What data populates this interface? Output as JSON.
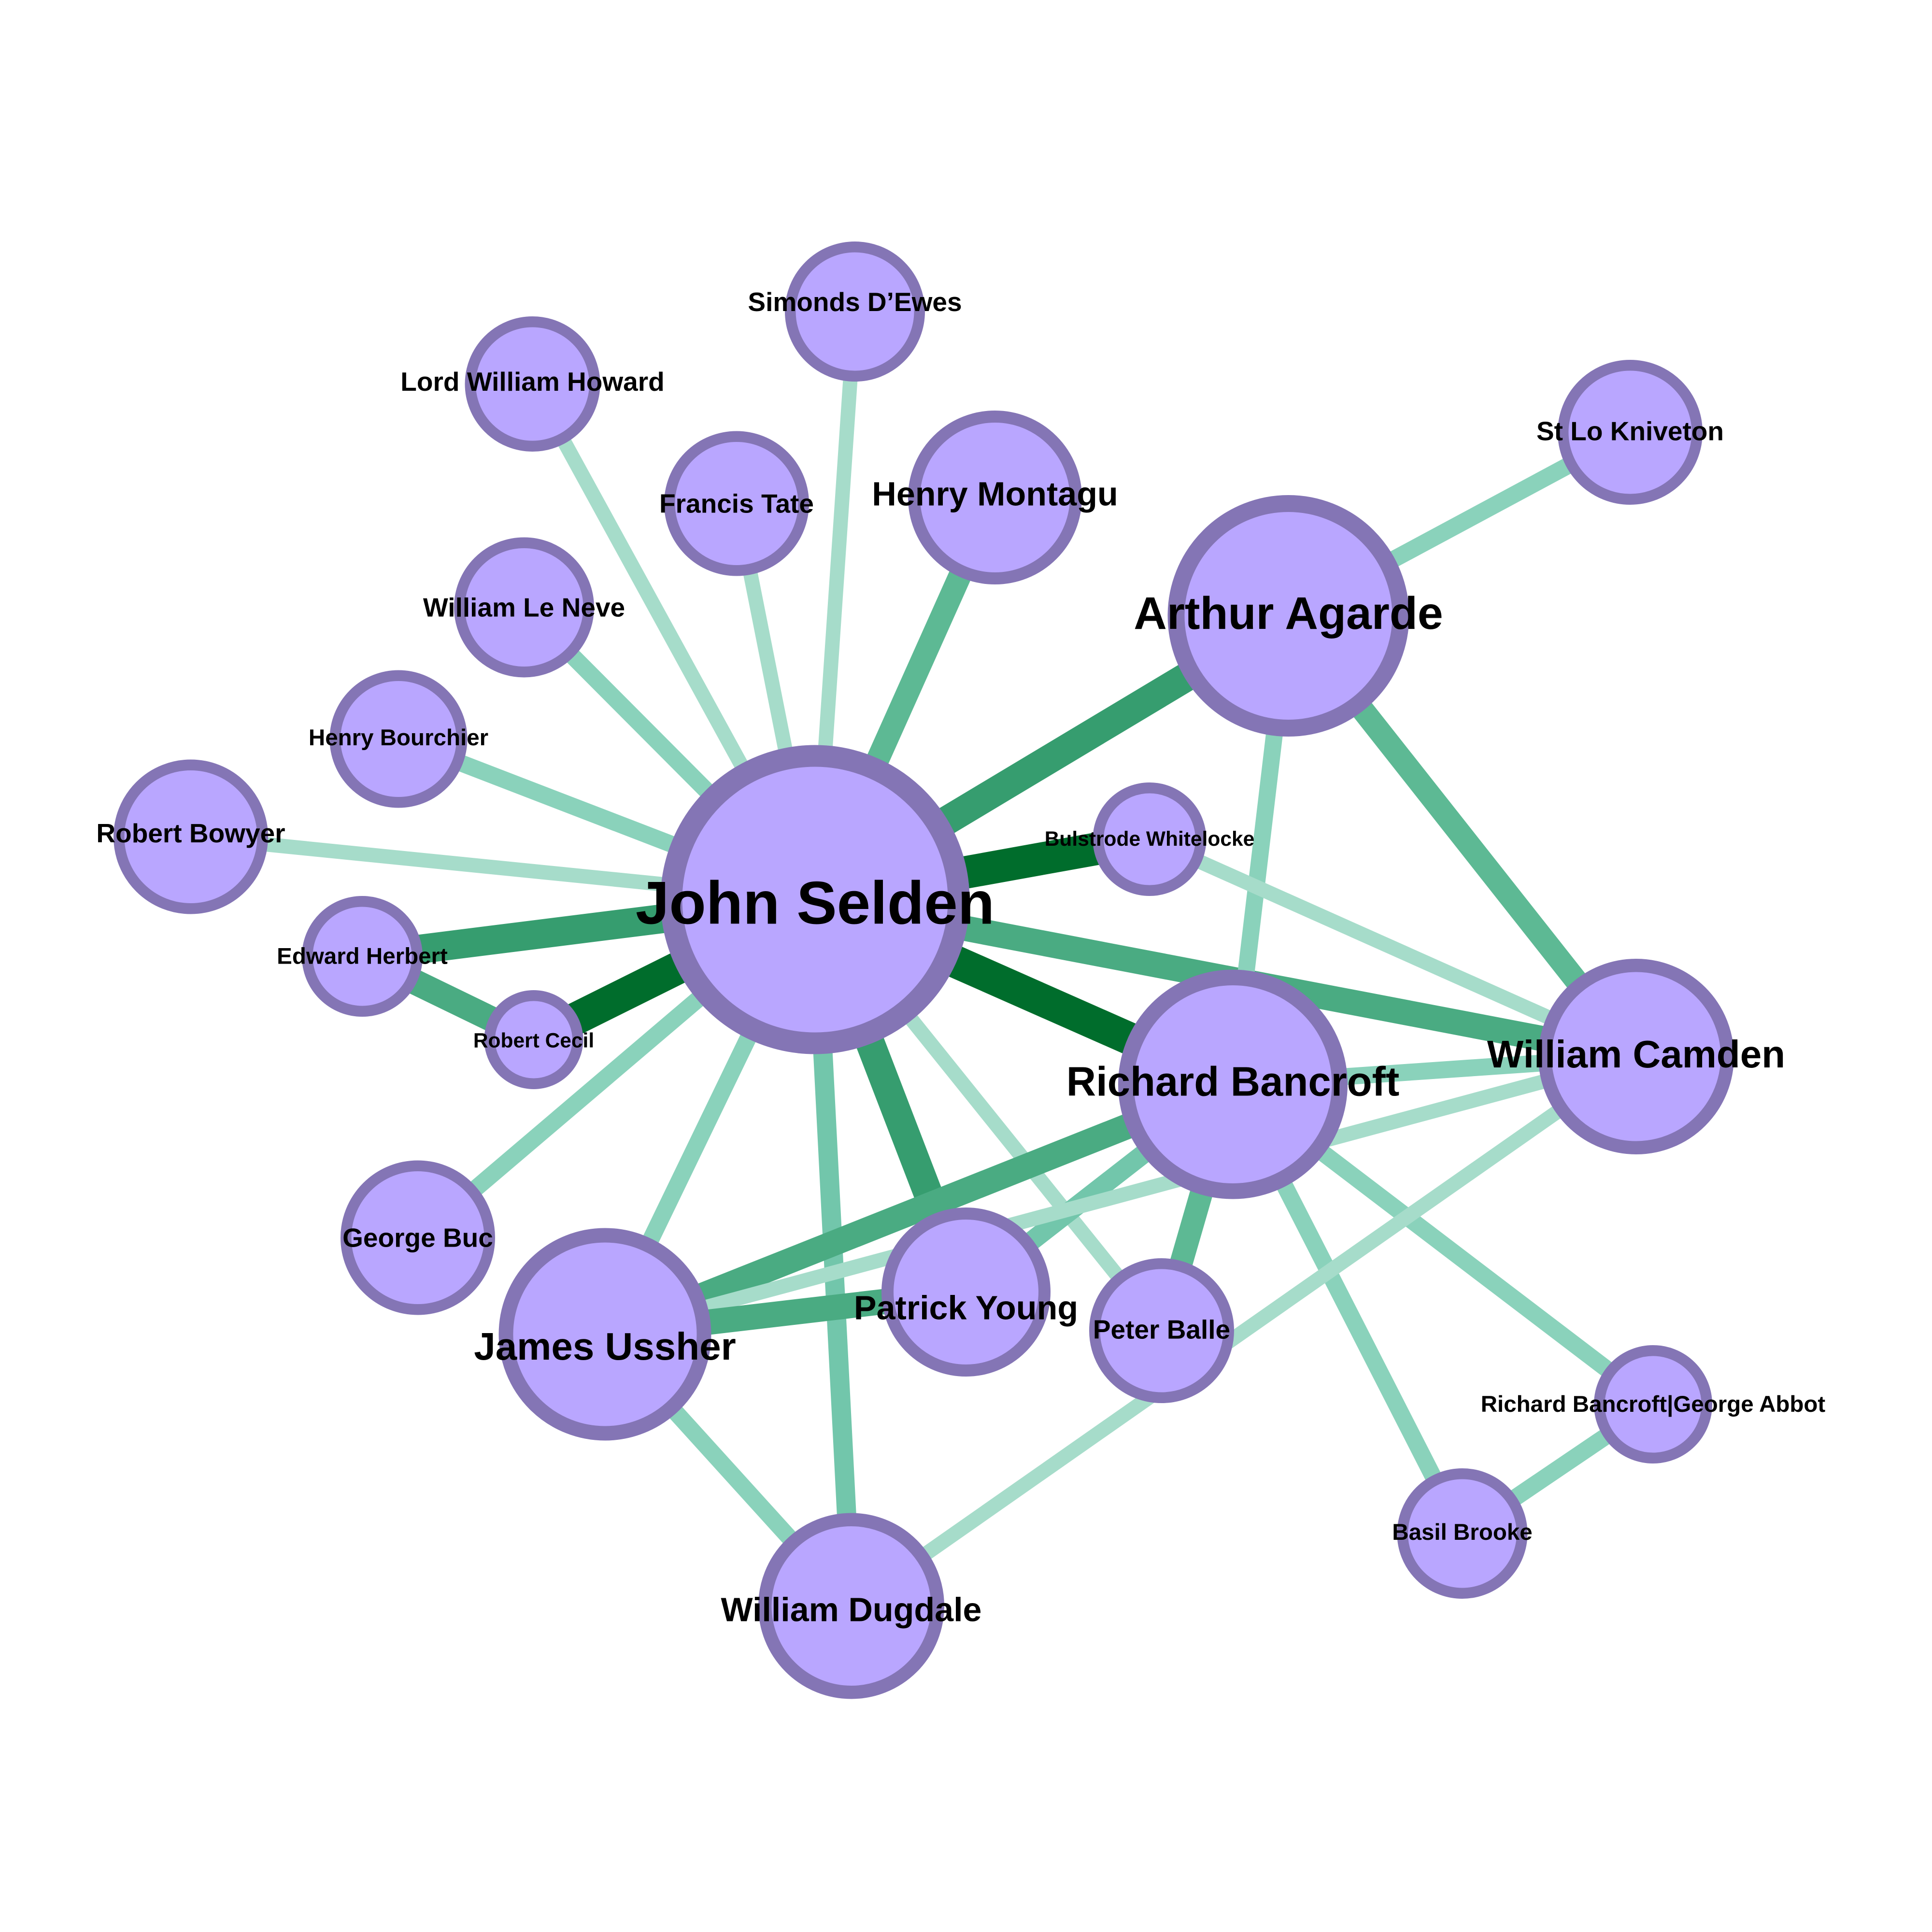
{
  "colors": {
    "background": "#ffffff",
    "node_fill": "#b9a6ff",
    "node_stroke": "#8475b5",
    "label": "#000000",
    "edge_weights": {
      "1": "#a6dcca",
      "2": "#8ad2bb",
      "3": "#72c6ab",
      "4": "#5db994",
      "5": "#4aab82",
      "6": "#369d6f",
      "7": "#006d2c"
    }
  },
  "nodes": [
    {
      "id": "john-selden",
      "label": "John Selden",
      "weight": 7
    },
    {
      "id": "arthur-agarde",
      "label": "Arthur Agarde",
      "weight": 5
    },
    {
      "id": "richard-bancroft",
      "label": "Richard Bancroft",
      "weight": 5
    },
    {
      "id": "william-camden",
      "label": "William Camden",
      "weight": 4
    },
    {
      "id": "james-ussher",
      "label": "James Ussher",
      "weight": 4
    },
    {
      "id": "william-dugdale",
      "label": "William Dugdale",
      "weight": 4
    },
    {
      "id": "patrick-young",
      "label": "Patrick Young",
      "weight": 3
    },
    {
      "id": "henry-montagu",
      "label": "Henry Montagu",
      "weight": 3
    },
    {
      "id": "simonds-dewes",
      "label": "Simonds D’Ewes",
      "weight": 2
    },
    {
      "id": "lord-william-howard",
      "label": "Lord William Howard",
      "weight": 2
    },
    {
      "id": "francis-tate",
      "label": "Francis Tate",
      "weight": 2
    },
    {
      "id": "st-lo-kniveton",
      "label": "St Lo Kniveton",
      "weight": 2
    },
    {
      "id": "william-le-neve",
      "label": "William Le Neve",
      "weight": 2
    },
    {
      "id": "henry-bourchier",
      "label": "Henry Bourchier",
      "weight": 1
    },
    {
      "id": "robert-bowyer",
      "label": "Robert Bowyer",
      "weight": 2
    },
    {
      "id": "bulstrode-whitelocke",
      "label": "Bulstrode Whitelocke",
      "weight": 1
    },
    {
      "id": "edward-herbert",
      "label": "Edward Herbert",
      "weight": 1
    },
    {
      "id": "robert-cecil",
      "label": "Robert Cecil",
      "weight": 1
    },
    {
      "id": "george-buc",
      "label": "George Buc",
      "weight": 2
    },
    {
      "id": "peter-balle",
      "label": "Peter Balle",
      "weight": 2
    },
    {
      "id": "richard-bancroft-george-abbot",
      "label": "Richard Bancroft|George Abbot",
      "weight": 1
    },
    {
      "id": "basil-brooke",
      "label": "Basil Brooke",
      "weight": 1
    }
  ],
  "edges": [
    {
      "source": "john-selden",
      "target": "bulstrode-whitelocke",
      "weight": 7
    },
    {
      "source": "john-selden",
      "target": "richard-bancroft",
      "weight": 7
    },
    {
      "source": "john-selden",
      "target": "robert-cecil",
      "weight": 7
    },
    {
      "source": "john-selden",
      "target": "arthur-agarde",
      "weight": 6
    },
    {
      "source": "john-selden",
      "target": "edward-herbert",
      "weight": 6
    },
    {
      "source": "john-selden",
      "target": "patrick-young",
      "weight": 6
    },
    {
      "source": "john-selden",
      "target": "william-camden",
      "weight": 5
    },
    {
      "source": "john-selden",
      "target": "henry-montagu",
      "weight": 4
    },
    {
      "source": "john-selden",
      "target": "william-dugdale",
      "weight": 3
    },
    {
      "source": "john-selden",
      "target": "james-ussher",
      "weight": 2
    },
    {
      "source": "john-selden",
      "target": "george-buc",
      "weight": 2
    },
    {
      "source": "john-selden",
      "target": "william-le-neve",
      "weight": 2
    },
    {
      "source": "john-selden",
      "target": "henry-bourchier",
      "weight": 2
    },
    {
      "source": "john-selden",
      "target": "robert-bowyer",
      "weight": 1
    },
    {
      "source": "john-selden",
      "target": "lord-william-howard",
      "weight": 1
    },
    {
      "source": "john-selden",
      "target": "francis-tate",
      "weight": 1
    },
    {
      "source": "john-selden",
      "target": "simonds-dewes",
      "weight": 1
    },
    {
      "source": "john-selden",
      "target": "peter-balle",
      "weight": 1
    },
    {
      "source": "edward-herbert",
      "target": "robert-cecil",
      "weight": 5
    },
    {
      "source": "arthur-agarde",
      "target": "william-camden",
      "weight": 4
    },
    {
      "source": "arthur-agarde",
      "target": "richard-bancroft",
      "weight": 2
    },
    {
      "source": "arthur-agarde",
      "target": "st-lo-kniveton",
      "weight": 2
    },
    {
      "source": "bulstrode-whitelocke",
      "target": "william-camden",
      "weight": 1
    },
    {
      "source": "richard-bancroft",
      "target": "william-camden",
      "weight": 2
    },
    {
      "source": "richard-bancroft",
      "target": "james-ussher",
      "weight": 5
    },
    {
      "source": "richard-bancroft",
      "target": "patrick-young",
      "weight": 3
    },
    {
      "source": "richard-bancroft",
      "target": "peter-balle",
      "weight": 4
    },
    {
      "source": "richard-bancroft",
      "target": "richard-bancroft-george-abbot",
      "weight": 2
    },
    {
      "source": "richard-bancroft",
      "target": "basil-brooke",
      "weight": 2
    },
    {
      "source": "william-camden",
      "target": "james-ussher",
      "weight": 1
    },
    {
      "source": "william-camden",
      "target": "william-dugdale",
      "weight": 1
    },
    {
      "source": "james-ussher",
      "target": "patrick-young",
      "weight": 5
    },
    {
      "source": "james-ussher",
      "target": "william-dugdale",
      "weight": 2
    },
    {
      "source": "basil-brooke",
      "target": "richard-bancroft-george-abbot",
      "weight": 2
    }
  ]
}
